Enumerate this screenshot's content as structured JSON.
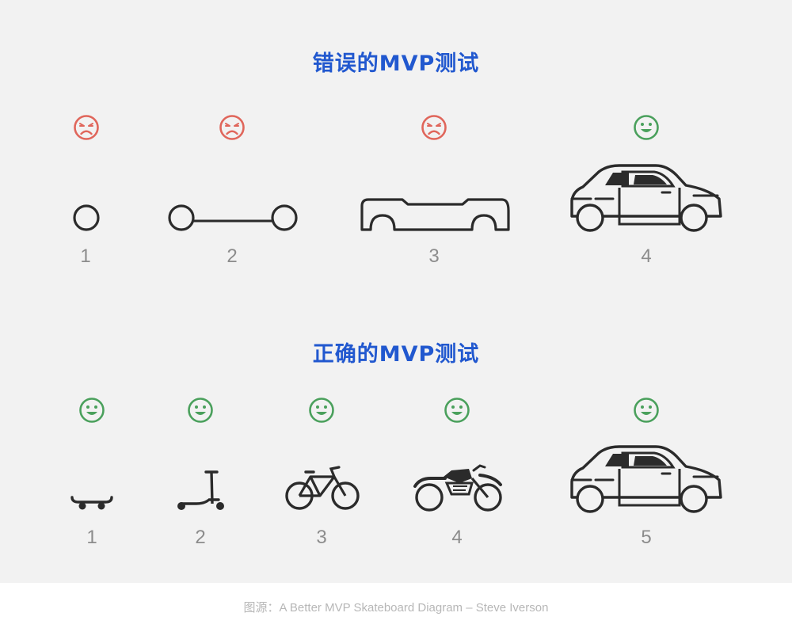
{
  "wrong_test": {
    "title": "错误的MVP测试",
    "steps": [
      {
        "label": "1",
        "mood": "sad",
        "icon": "wheel-icon"
      },
      {
        "label": "2",
        "mood": "sad",
        "icon": "axle-icon"
      },
      {
        "label": "3",
        "mood": "sad",
        "icon": "chassis-icon"
      },
      {
        "label": "4",
        "mood": "happy",
        "icon": "car-icon"
      }
    ]
  },
  "right_test": {
    "title": "正确的MVP测试",
    "steps": [
      {
        "label": "1",
        "mood": "happy",
        "icon": "skateboard-icon"
      },
      {
        "label": "2",
        "mood": "happy",
        "icon": "scooter-icon"
      },
      {
        "label": "3",
        "mood": "happy",
        "icon": "bicycle-icon"
      },
      {
        "label": "4",
        "mood": "happy",
        "icon": "motorcycle-icon"
      },
      {
        "label": "5",
        "mood": "happy",
        "icon": "car-icon"
      }
    ]
  },
  "source": "图源：A Better MVP Skateboard Diagram – Steve Iverson",
  "colors": {
    "sad": "#e0665b",
    "happy": "#4aa05c",
    "title": "#2158cf",
    "icon": "#2b2b2b",
    "label": "#8c8c8c"
  }
}
